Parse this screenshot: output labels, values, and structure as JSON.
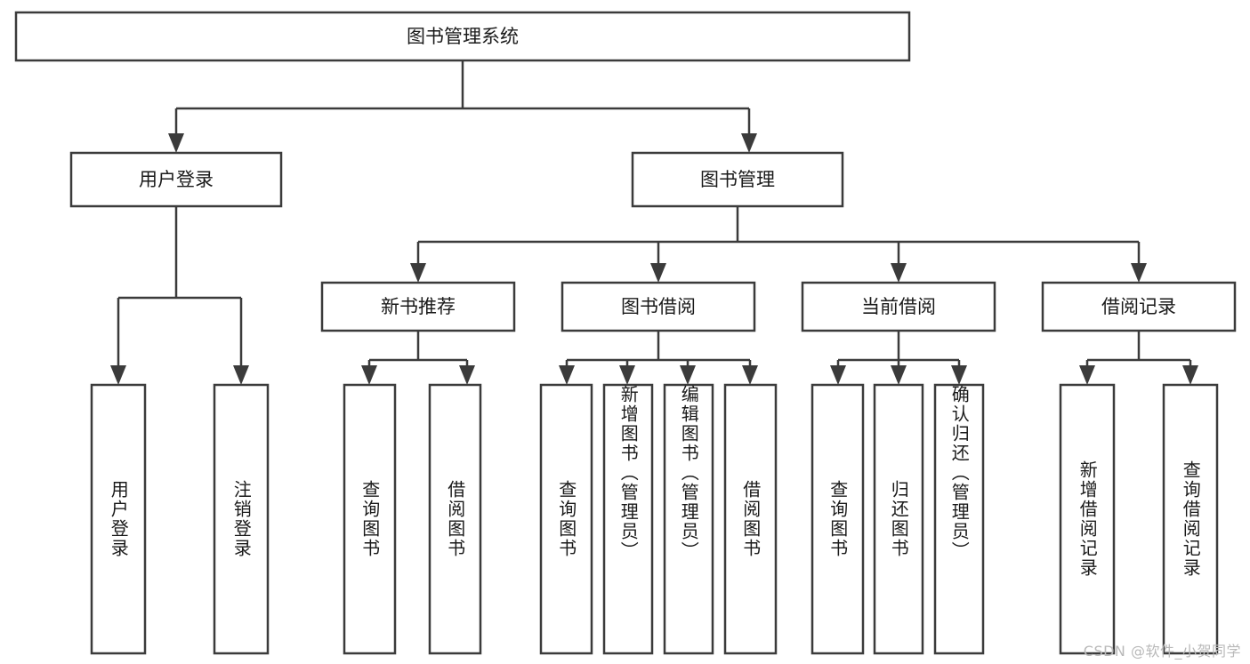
{
  "diagram": {
    "title": "图书管理系统",
    "type": "hierarchy-tree",
    "watermark": "CSDN @软件_小贺同学",
    "colors": {
      "stroke": "#3b3b3b",
      "box_fill": "#ffffff",
      "text": "#1a1a1a",
      "background": "#ffffff",
      "watermark": "#b9b9b9"
    },
    "root": {
      "label": "图书管理系统"
    },
    "level2": [
      {
        "label": "用户登录"
      },
      {
        "label": "图书管理"
      }
    ],
    "level3": [
      {
        "label": "新书推荐"
      },
      {
        "label": "图书借阅"
      },
      {
        "label": "当前借阅"
      },
      {
        "label": "借阅记录"
      }
    ],
    "leaves": {
      "user_login": [
        {
          "label": "用户登录"
        },
        {
          "label": "注销登录"
        }
      ],
      "new_book_recommend": [
        {
          "label": "查询图书"
        },
        {
          "label": "借阅图书"
        }
      ],
      "book_borrow": [
        {
          "label": "查询图书"
        },
        {
          "label": "新增图书（管理员）"
        },
        {
          "label": "编辑图书（管理员）"
        },
        {
          "label": "借阅图书"
        }
      ],
      "current_borrow": [
        {
          "label": "查询图书"
        },
        {
          "label": "归还图书"
        },
        {
          "label": "确认归还（管理员）"
        }
      ],
      "borrow_record": [
        {
          "label": "新增借阅记录"
        },
        {
          "label": "查询借阅记录"
        }
      ]
    }
  }
}
